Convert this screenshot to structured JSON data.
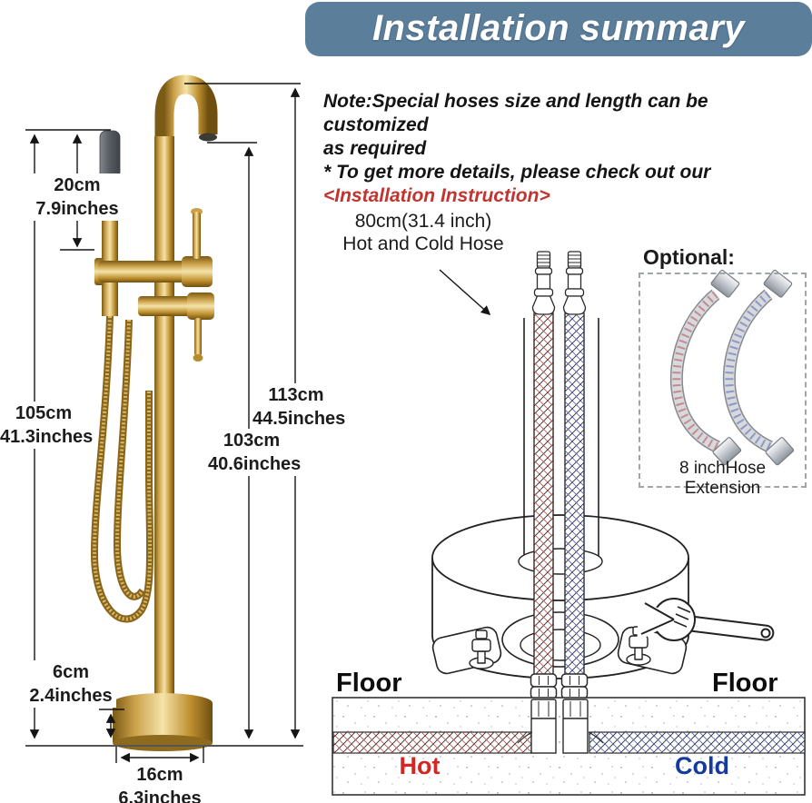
{
  "banner": {
    "title": "Installation summary"
  },
  "notes": {
    "line1": "Note:Special hoses size and length can be customized",
    "line2": "as required",
    "line3": "* To get more details, please check out our",
    "link": "<Installation Instruction>"
  },
  "hose_callout": {
    "line1": "80cm(31.4 inch)",
    "line2": "Hot and Cold Hose"
  },
  "optional": {
    "label": "Optional:",
    "caption": "8 inchHose Extension"
  },
  "dimensions": {
    "wand_length": {
      "cm": "20cm",
      "inches": "7.9inches"
    },
    "handshower_height": {
      "cm": "105cm",
      "inches": "41.3inches"
    },
    "total_height": {
      "cm": "113cm",
      "inches": "44.5inches"
    },
    "spout_height": {
      "cm": "103cm",
      "inches": "40.6inches"
    },
    "base_height": {
      "cm": "6cm",
      "inches": "2.4inches"
    },
    "base_diameter": {
      "cm": "16cm",
      "inches": "6.3inches"
    }
  },
  "floor": {
    "label_left": "Floor",
    "label_right": "Floor",
    "hot": "Hot",
    "cold": "Cold"
  },
  "colors": {
    "banner_bg": "#5b7e9b",
    "link_red": "#c23430",
    "hot_red": "#d42724",
    "cold_blue": "#16399e",
    "gold": "#c9a24b"
  }
}
